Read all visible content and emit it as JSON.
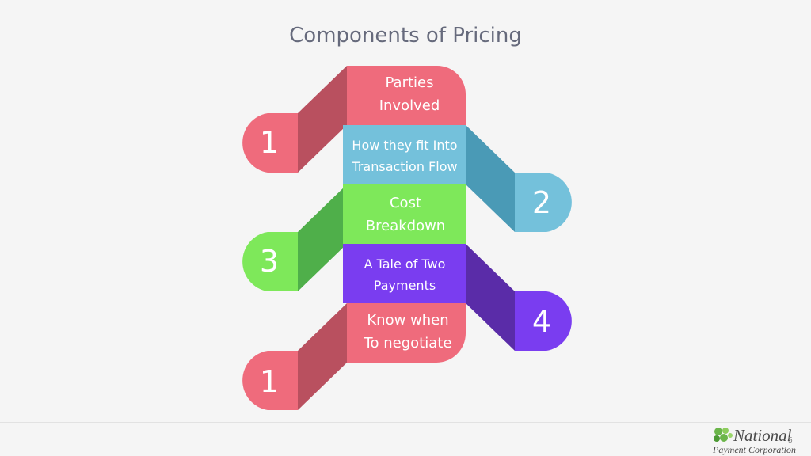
{
  "title": "Components of Pricing",
  "steps": [
    {
      "number": "1",
      "lines": [
        "Parties",
        "Involved"
      ],
      "color": "#ef6b7c",
      "side": "left"
    },
    {
      "number": "2",
      "lines": [
        "How they fit Into",
        "Transaction Flow"
      ],
      "color": "#74c1db",
      "side": "right"
    },
    {
      "number": "3",
      "lines": [
        "Cost",
        "Breakdown"
      ],
      "color": "#7ee85a",
      "side": "left"
    },
    {
      "number": "4",
      "lines": [
        "A Tale of Two",
        "Payments"
      ],
      "color": "#7a3df0",
      "side": "right"
    },
    {
      "number": "1",
      "lines": [
        "Know when",
        "To negotiate"
      ],
      "color": "#ef6b7c",
      "side": "left"
    }
  ],
  "colors": {
    "pink_dark": "#b9505f",
    "blue_dark": "#4a9ab6",
    "green_dark": "#4faf4a",
    "purple_dark": "#5a2ca8"
  },
  "logo": {
    "name": "National",
    "subtitle": "Payment Corporation"
  },
  "page_number": "5"
}
